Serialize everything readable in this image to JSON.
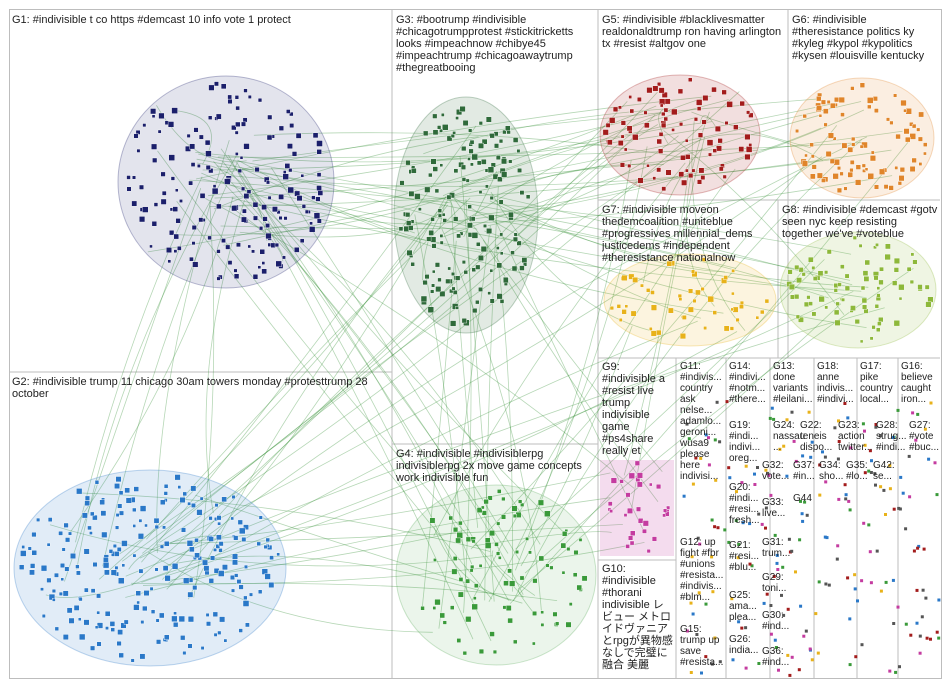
{
  "groups": [
    {
      "id": "G1",
      "label": "G1: #indivisible t co https #demcast 10 info vote 1 protect",
      "color": "#1b1f6b"
    },
    {
      "id": "G2",
      "label": "G2: #indivisible trump 11 chicago 30am towers monday #protesttrump 28 october",
      "color": "#2a78c8"
    },
    {
      "id": "G3",
      "label": "G3: #bootrump #indivisible #chicagotrumpprotest #stickitricketts looks #impeachnow #chibye45 #impeachtrump #chicagoawaytrump #thegreatbooing",
      "color": "#2f6a3a"
    },
    {
      "id": "G4",
      "label": "G4: #indivisible #indivisiblerpg indivisiblerpg 2x move game concepts work indivisible fun",
      "color": "#3a9a3a"
    },
    {
      "id": "G5",
      "label": "G5: #indivisible #blacklivesmatter realdonaldtrump ron having arlington tx #resist #altgov one",
      "color": "#a31c1c"
    },
    {
      "id": "G6",
      "label": "G6: #indivisible #theresistance politics ky #kyleg #kypol #kypolitics #kysen #louisville kentucky",
      "color": "#e0852a"
    },
    {
      "id": "G7",
      "label": "G7: #indivisible moveon thedemcoalition #uniteblue #progressives millennial_dems justicedems #independent #theresistance nationalnow",
      "color": "#e8b21a"
    },
    {
      "id": "G8",
      "label": "G8: #indivisible #demcast #gotv seen nyc keep resisting together we've #voteblue",
      "color": "#8db83a"
    },
    {
      "id": "G9",
      "label": "G9: #indivisible a #resist live trump indivisible game #ps4share really et",
      "color": "#c43ca0"
    },
    {
      "id": "G10",
      "label": "G10: #indivisible #thorani indivisible レビュー メトロイドヴァニアとrpgが異物感なしで完璧に融合 美麗",
      "color": "#555555"
    },
    {
      "id": "G11",
      "label": "G11: #indivis... country ask nelse... adamlo... geroni... wusa9 please here indivisi...",
      "color": "#555555"
    },
    {
      "id": "G12",
      "label": "G12: up fight #fbr #unions #resista... #indivis... #blm...",
      "color": "#555555"
    },
    {
      "id": "G13",
      "label": "G13: done variants #leilani...",
      "color": "#555555"
    },
    {
      "id": "G14",
      "label": "G14: #indivi... #notm... #there...",
      "color": "#555555"
    },
    {
      "id": "G15",
      "label": "G15: trump up save #resista...",
      "color": "#555555"
    },
    {
      "id": "G16",
      "label": "G16: believe caught iron...",
      "color": "#555555"
    },
    {
      "id": "G17",
      "label": "G17: pike country local...",
      "color": "#555555"
    },
    {
      "id": "G18",
      "label": "G18: anne indivis... #indivi...",
      "color": "#555555"
    },
    {
      "id": "G19",
      "label": "G19: #indi... indivi... oreg...",
      "color": "#555555"
    },
    {
      "id": "G20",
      "label": "G20: #indi... #resi... fresh...",
      "color": "#555555"
    },
    {
      "id": "G21",
      "label": "G21: #resi... #blu...",
      "color": "#555555"
    },
    {
      "id": "G22",
      "label": "G22: teneis dispo...",
      "color": "#555555"
    },
    {
      "id": "G23",
      "label": "G23: action twitter...",
      "color": "#555555"
    },
    {
      "id": "G24",
      "label": "G24: nassau ...",
      "color": "#555555"
    },
    {
      "id": "G25",
      "label": "G25: ama... plea...",
      "color": "#555555"
    },
    {
      "id": "G26",
      "label": "G26: india...",
      "color": "#555555"
    },
    {
      "id": "G27",
      "label": "G27: #vote #buc...",
      "color": "#555555"
    },
    {
      "id": "G28",
      "label": "G28: strug... #indi...",
      "color": "#555555"
    }
  ],
  "small_labels": [
    {
      "id": "G29",
      "label": "G29: toni..."
    },
    {
      "id": "G30",
      "label": "G30: #ind..."
    },
    {
      "id": "G31",
      "label": "G31: trum..."
    },
    {
      "id": "G32",
      "label": "G32: vote..."
    },
    {
      "id": "G33",
      "label": "G33: live..."
    },
    {
      "id": "G34",
      "label": "G34: sho..."
    },
    {
      "id": "G35",
      "label": "G35: #lo..."
    },
    {
      "id": "G36",
      "label": "G36: #ind..."
    },
    {
      "id": "G37",
      "label": "G37: #in..."
    },
    {
      "id": "G42",
      "label": "G42: se..."
    },
    {
      "id": "G44",
      "label": "G44"
    }
  ],
  "colors": {
    "edge": "#2e8b2e",
    "frame": "#bdbdbd",
    "text": "#222222"
  }
}
